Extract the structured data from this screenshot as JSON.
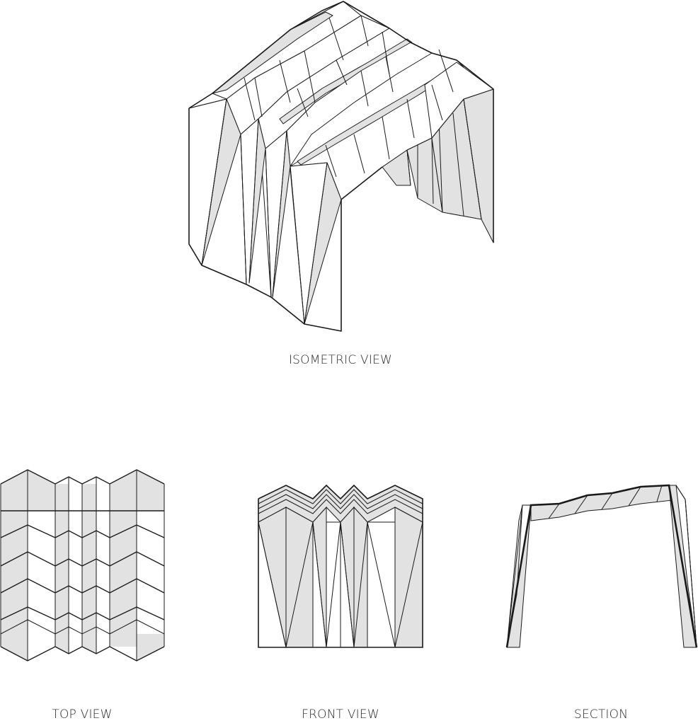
{
  "labels": {
    "isometric": "ISOMETRIC VIEW",
    "top": "TOP VIEW",
    "front": "FRONT VIEW",
    "section": "SECTION"
  },
  "colors": {
    "line": "#1a1a1a",
    "shade": "#e2e2e2",
    "face": "#ffffff",
    "text": "#2a2a2a"
  }
}
